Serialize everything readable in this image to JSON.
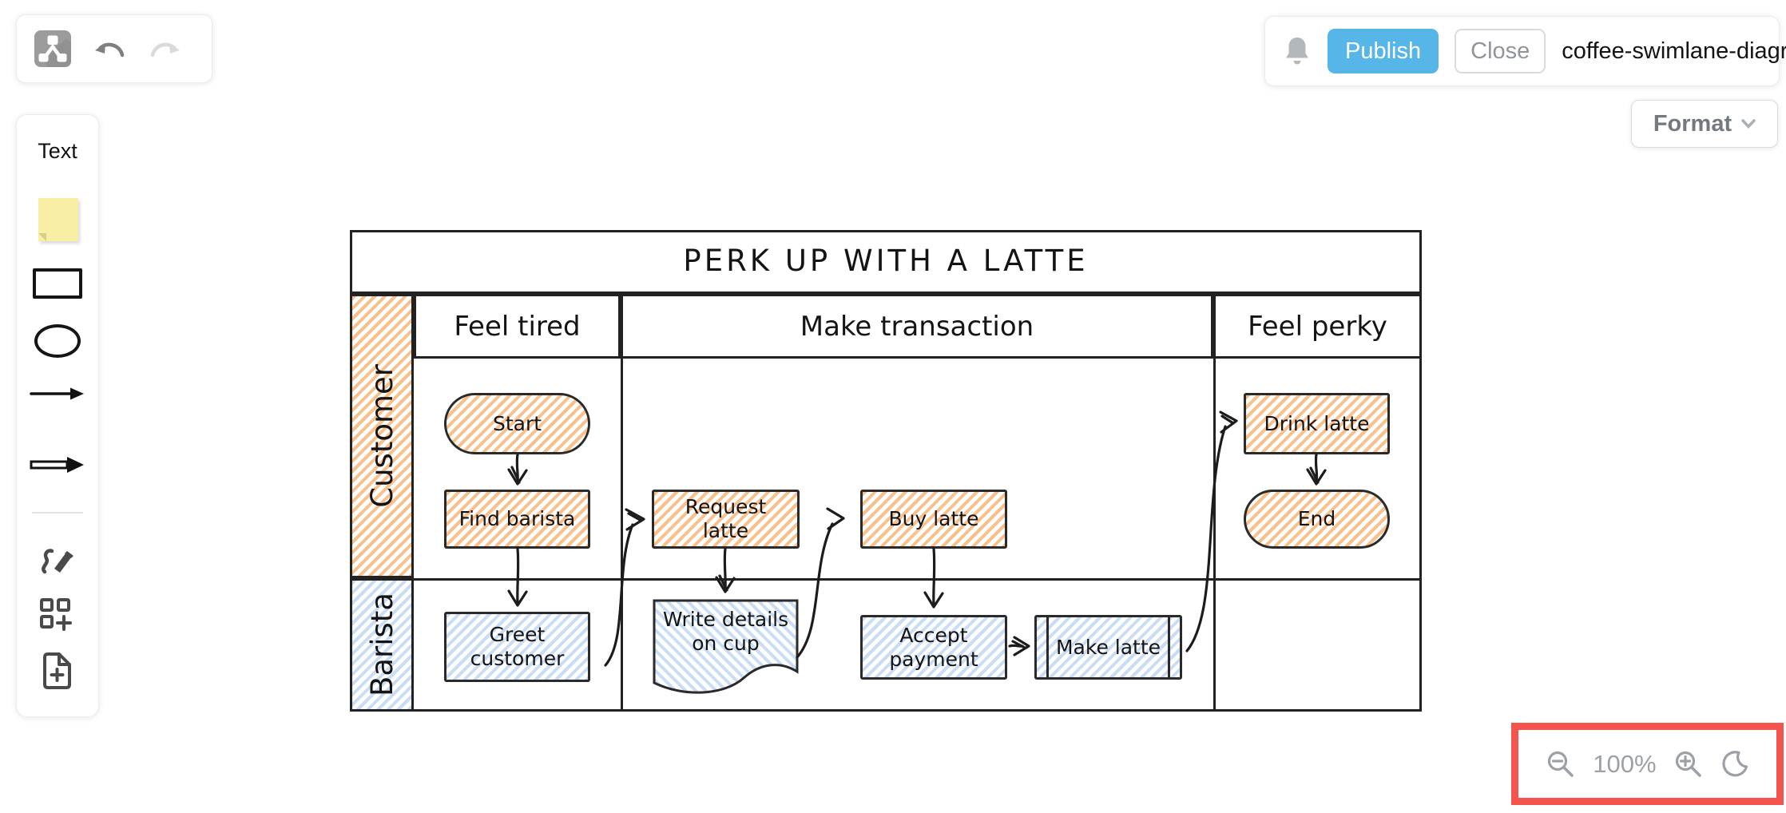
{
  "top_left_toolbar": {
    "icons": [
      "diagram-tool",
      "undo",
      "redo"
    ],
    "redo_disabled": true
  },
  "top_bar": {
    "publish_label": "Publish",
    "close_label": "Close",
    "document_title": "coffee-swimlane-diagram"
  },
  "format_button": {
    "label": "Format"
  },
  "sidebar": {
    "text_tool_label": "Text",
    "tools": [
      "sticky-note",
      "rectangle",
      "ellipse",
      "thin-arrow",
      "thick-arrow",
      "draw",
      "shape-library",
      "new-page"
    ]
  },
  "zoom_controls": {
    "zoom_level": "100%",
    "icons": [
      "zoom-out",
      "zoom-in",
      "dark-mode-moon"
    ],
    "highlighted": true
  },
  "colors": {
    "publish_blue": "#56b6e7",
    "highlight_red": "#f4544d",
    "orange_hatch": "#f8c18c",
    "blue_hatch": "#c9ddf4",
    "sticky_yellow": "#f9efa4",
    "line_black": "#222222"
  },
  "diagram": {
    "title": "PERK UP WITH A LATTE",
    "phases": [
      {
        "label": "Feel tired"
      },
      {
        "label": "Make transaction"
      },
      {
        "label": "Feel perky"
      }
    ],
    "lanes": [
      {
        "label": "Customer"
      },
      {
        "label": "Barista"
      }
    ],
    "nodes": [
      {
        "id": "start",
        "label": "Start",
        "shape": "stadium",
        "lane": "Customer",
        "phase": "Feel tired"
      },
      {
        "id": "find-barista",
        "label": "Find barista",
        "shape": "rect",
        "lane": "Customer",
        "phase": "Feel tired"
      },
      {
        "id": "request-latte",
        "label": "Request latte",
        "shape": "rect",
        "lane": "Customer",
        "phase": "Make transaction"
      },
      {
        "id": "buy-latte",
        "label": "Buy latte",
        "shape": "rect",
        "lane": "Customer",
        "phase": "Make transaction"
      },
      {
        "id": "drink-latte",
        "label": "Drink latte",
        "shape": "rect",
        "lane": "Customer",
        "phase": "Feel perky"
      },
      {
        "id": "end",
        "label": "End",
        "shape": "stadium",
        "lane": "Customer",
        "phase": "Feel perky"
      },
      {
        "id": "greet-customer",
        "label": "Greet customer",
        "shape": "rect",
        "lane": "Barista",
        "phase": "Feel tired"
      },
      {
        "id": "write-details",
        "label": "Write details on cup",
        "shape": "document",
        "lane": "Barista",
        "phase": "Make transaction"
      },
      {
        "id": "accept-payment",
        "label": "Accept payment",
        "shape": "rect",
        "lane": "Barista",
        "phase": "Make transaction"
      },
      {
        "id": "make-latte",
        "label": "Make latte",
        "shape": "subprocess",
        "lane": "Barista",
        "phase": "Make transaction"
      }
    ],
    "edges": [
      {
        "from": "start",
        "to": "find-barista"
      },
      {
        "from": "find-barista",
        "to": "greet-customer"
      },
      {
        "from": "greet-customer",
        "to": "request-latte"
      },
      {
        "from": "request-latte",
        "to": "write-details"
      },
      {
        "from": "write-details",
        "to": "buy-latte"
      },
      {
        "from": "buy-latte",
        "to": "accept-payment"
      },
      {
        "from": "accept-payment",
        "to": "make-latte"
      },
      {
        "from": "make-latte",
        "to": "drink-latte"
      },
      {
        "from": "drink-latte",
        "to": "end"
      }
    ]
  }
}
